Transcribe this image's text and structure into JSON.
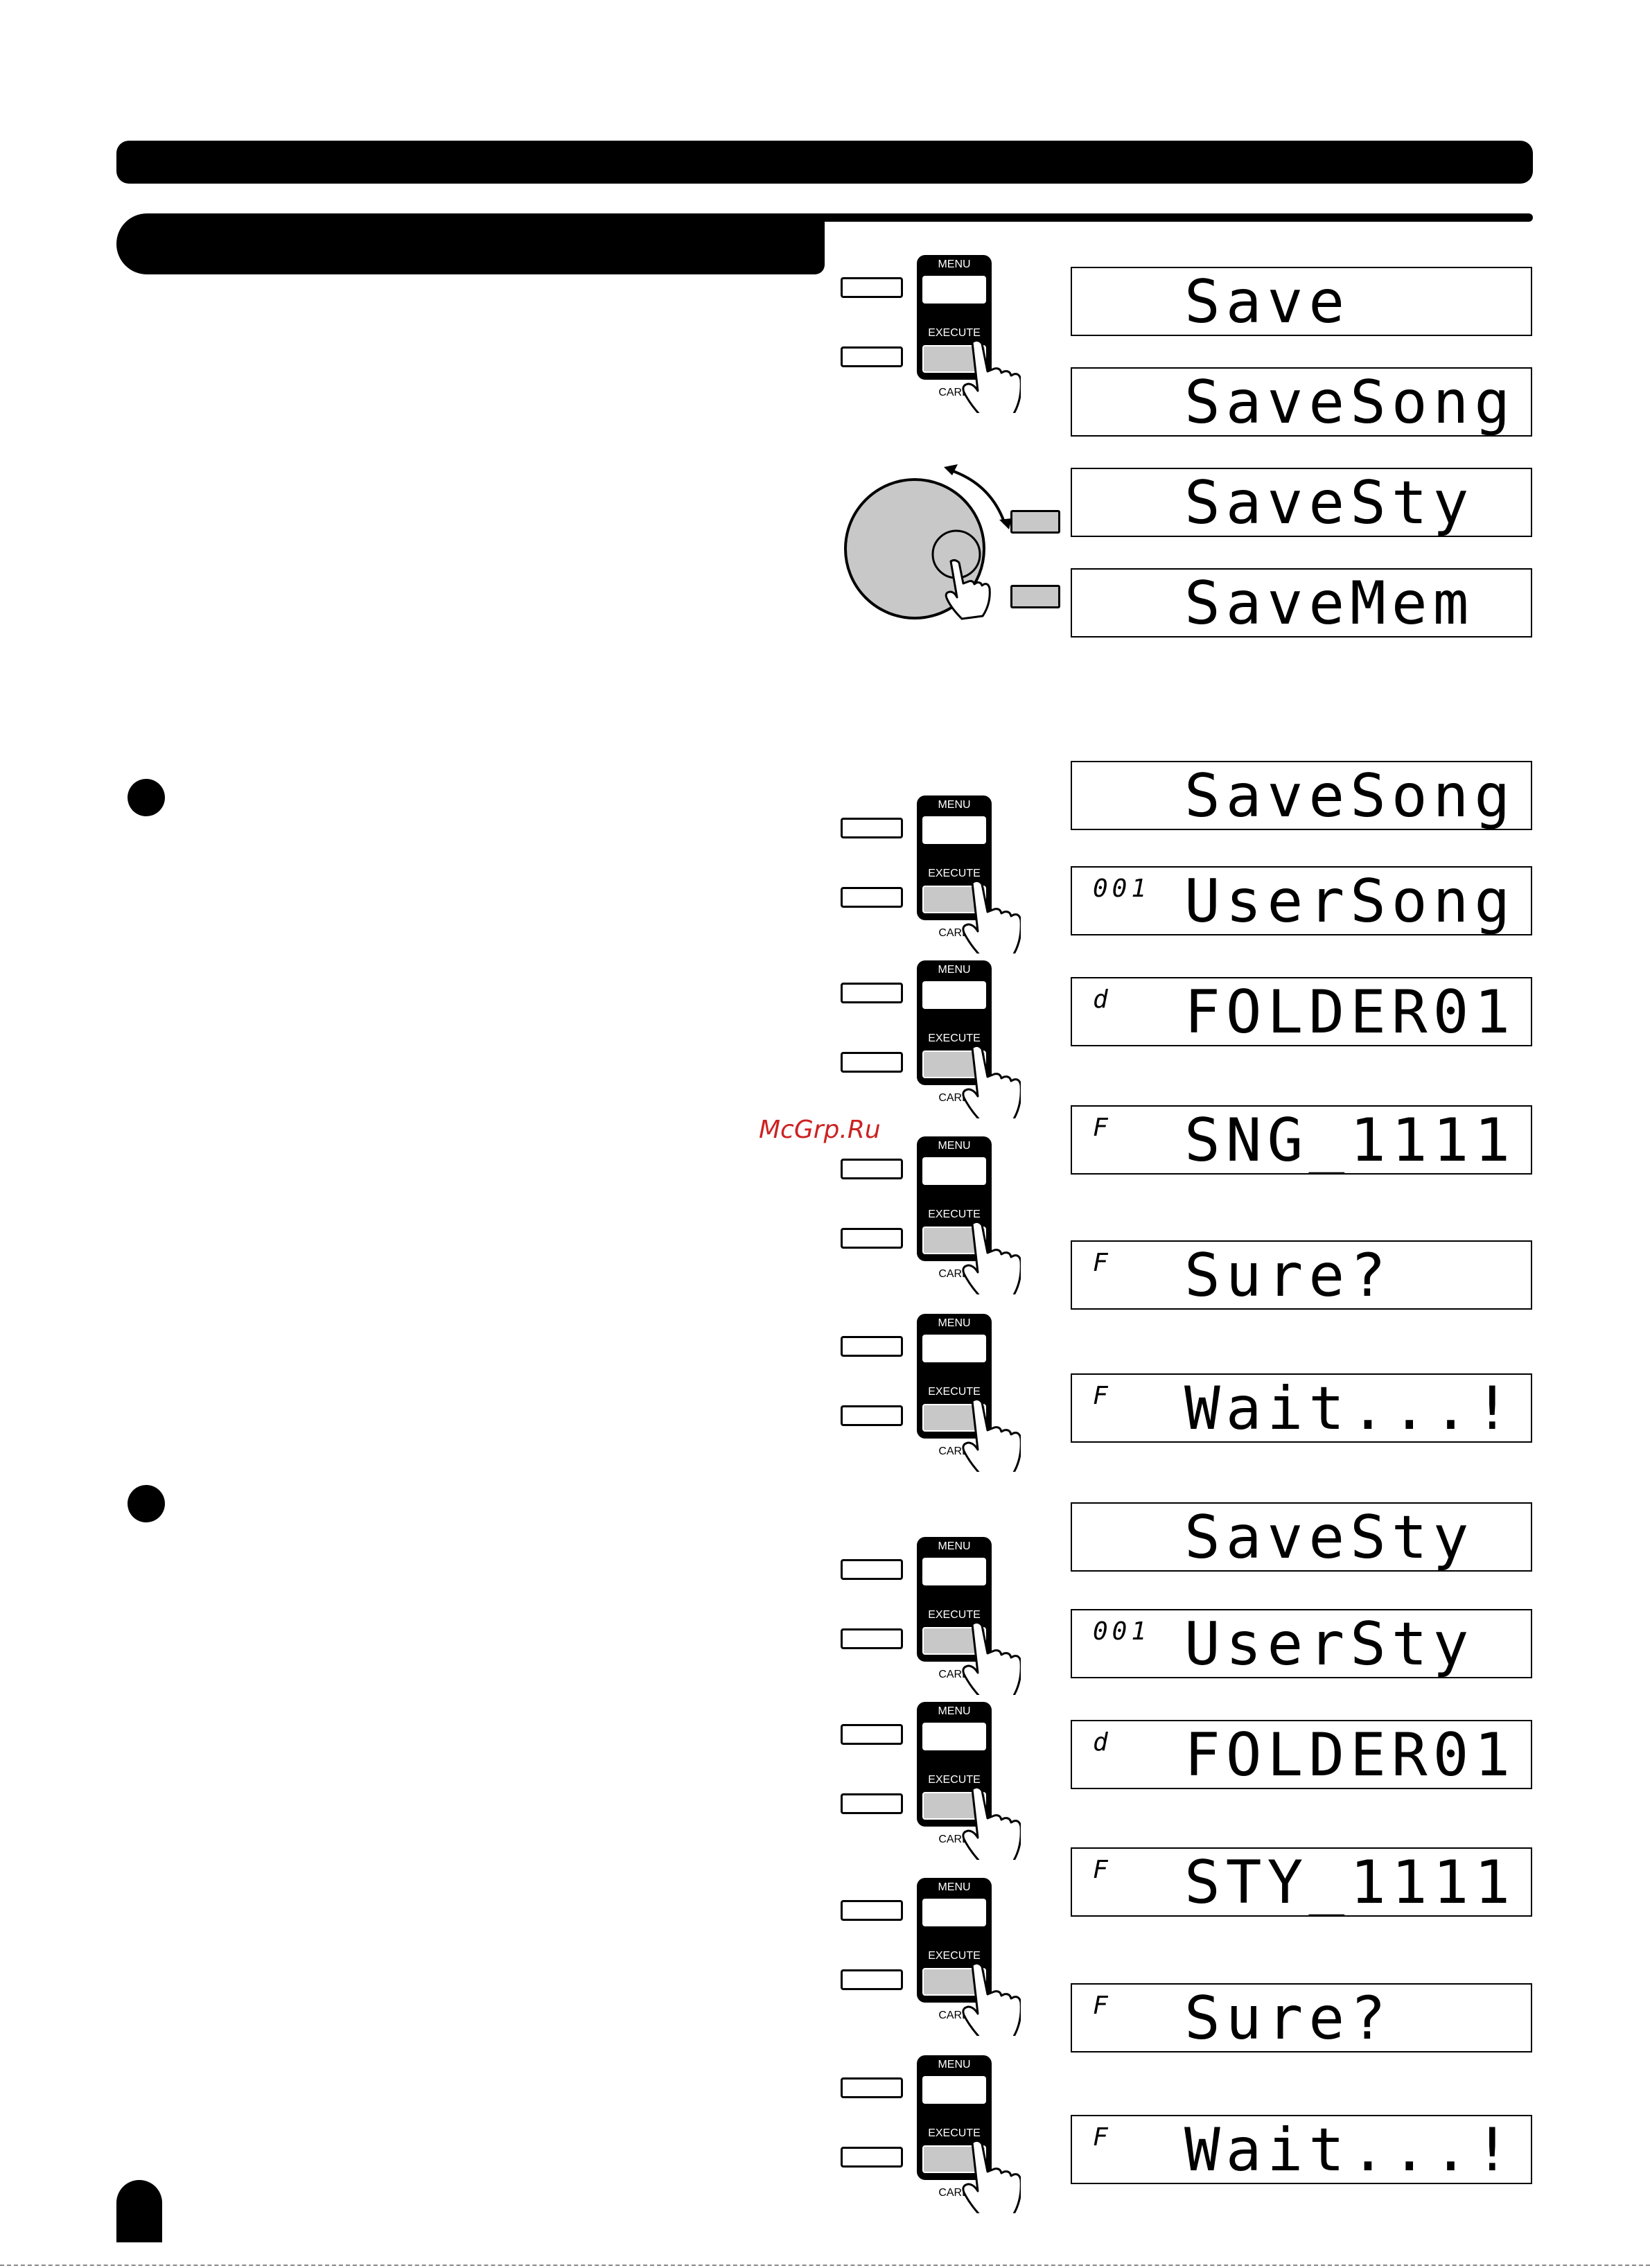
{
  "panel_labels": {
    "menu": "MENU",
    "execute": "EXECUTE",
    "card": "CARD"
  },
  "watermark": "McGrp.Ru",
  "top_displays": [
    {
      "indicator": "",
      "text": "Save"
    },
    {
      "indicator": "",
      "text": "SaveSong"
    },
    {
      "indicator": "",
      "text": "SaveSty"
    },
    {
      "indicator": "",
      "text": "SaveMem"
    }
  ],
  "song_displays": [
    {
      "indicator": "",
      "text": "SaveSong"
    },
    {
      "indicator": "001",
      "text": "UserSong"
    },
    {
      "indicator": "d",
      "text": "FOLDER01"
    },
    {
      "indicator": "F",
      "text": "SNG_1111"
    },
    {
      "indicator": "F",
      "text": "Sure?"
    },
    {
      "indicator": "F",
      "text": "Wait...!"
    }
  ],
  "style_displays": [
    {
      "indicator": "",
      "text": "SaveSty"
    },
    {
      "indicator": "001",
      "text": "UserSty"
    },
    {
      "indicator": "d",
      "text": "FOLDER01"
    },
    {
      "indicator": "F",
      "text": "STY_1111"
    },
    {
      "indicator": "F",
      "text": "Sure?"
    },
    {
      "indicator": "F",
      "text": "Wait...!"
    }
  ]
}
